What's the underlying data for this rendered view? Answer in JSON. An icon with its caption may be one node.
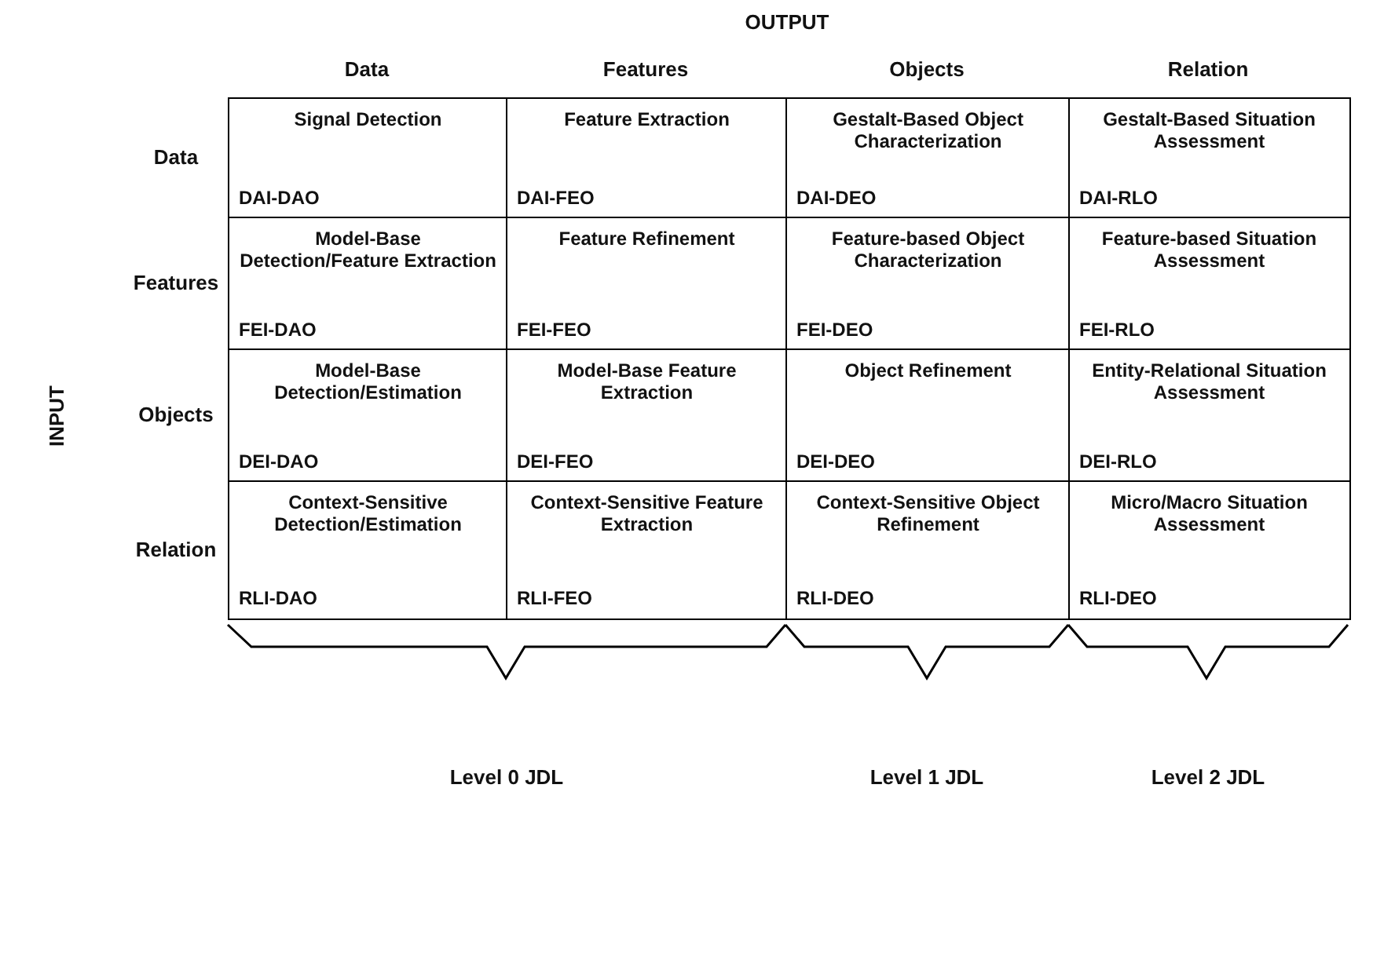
{
  "diagram": {
    "nodes": [
      {
        "text": [
          "Signal Detection",
          "DAI-DAO"
        ]
      },
      {
        "text": [
          "Feature Extraction",
          "DAI-FEO"
        ]
      },
      {
        "text": [
          "Gestalt-Based Object Characterization",
          "DAI-DEO"
        ]
      },
      {
        "text": [
          "Gestalt-Based Situation Assessment",
          "DAI-RLO"
        ]
      },
      {
        "text": [
          "Model-Base Detection/Feature Extraction",
          "FEI-DAO"
        ]
      },
      {
        "text": [
          "Feature Refinement",
          "FEI-FEO"
        ]
      },
      {
        "text": [
          "Feature-based Object Characterization",
          "FEI-DEO"
        ]
      },
      {
        "text": [
          "Feature-based Situation Assessment",
          "FEI-RLO"
        ]
      },
      {
        "text": [
          "Model-Base Detection/Estimation",
          "DEI-DAO"
        ]
      },
      {
        "text": [
          "Model-Base Feature Extraction",
          "DEI-FEO"
        ]
      },
      {
        "text": [
          "Object Refinement",
          "DEI-DEO"
        ]
      },
      {
        "text": [
          "Entity-Relational Situation Assessment",
          "DEI-RLO"
        ]
      },
      {
        "text": [
          "Context-Sensitive Detection/Estimation",
          "RLI-DAO"
        ]
      },
      {
        "text": [
          "Context-Sensitive Feature Extraction",
          "RLI-FEO"
        ]
      },
      {
        "text": [
          "Context-Sensitive Object Refinement",
          "RLI-DEO"
        ]
      },
      {
        "text": [
          "Micro/Macro Situation Assessment",
          "RLI-DEO"
        ]
      }
    ],
    "labels": [
      "OUTPUT",
      "Data",
      "Features",
      "Objects",
      "Relation",
      "INPUT",
      "Data",
      "Features",
      "Objects",
      "Relation",
      "Level 0 JDL",
      "Level 1 JDL",
      "Level 2 JDL"
    ]
  }
}
